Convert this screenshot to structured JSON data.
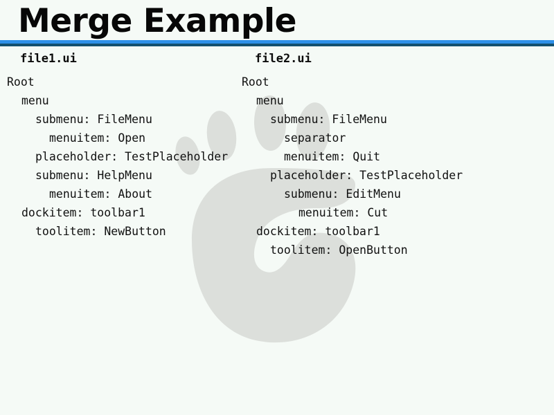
{
  "slide": {
    "title": "Merge Example",
    "background_color": "#f5faf6",
    "rule_light_color": "#2f90e8",
    "rule_dark_color": "#14506f",
    "watermark_color": "#dcdfdb",
    "watermark_icon": "gnome-foot-logo"
  },
  "columns": [
    {
      "heading": "file1.ui",
      "rows": [
        {
          "text": "Root",
          "level": 0
        },
        {
          "text": "menu",
          "level": 1
        },
        {
          "text": "submenu: FileMenu",
          "level": 2
        },
        {
          "text": "menuitem: Open",
          "level": 3
        },
        {
          "text": "placeholder: TestPlaceholder",
          "level": 2
        },
        {
          "text": "submenu: HelpMenu",
          "level": 2
        },
        {
          "text": "menuitem: About",
          "level": 3
        },
        {
          "text": "dockitem: toolbar1",
          "level": 1
        },
        {
          "text": "toolitem: NewButton",
          "level": 2
        }
      ]
    },
    {
      "heading": "file2.ui",
      "rows": [
        {
          "text": "Root",
          "level": 0
        },
        {
          "text": "menu",
          "level": 1
        },
        {
          "text": "submenu: FileMenu",
          "level": 2
        },
        {
          "text": "separator",
          "level": 3
        },
        {
          "text": "menuitem: Quit",
          "level": 3
        },
        {
          "text": "placeholder: TestPlaceholder",
          "level": 2
        },
        {
          "text": "submenu: EditMenu",
          "level": 3
        },
        {
          "text": "menuitem: Cut",
          "level": 4
        },
        {
          "text": "dockitem: toolbar1",
          "level": 1
        },
        {
          "text": "toolitem: OpenButton",
          "level": 2
        }
      ]
    }
  ]
}
